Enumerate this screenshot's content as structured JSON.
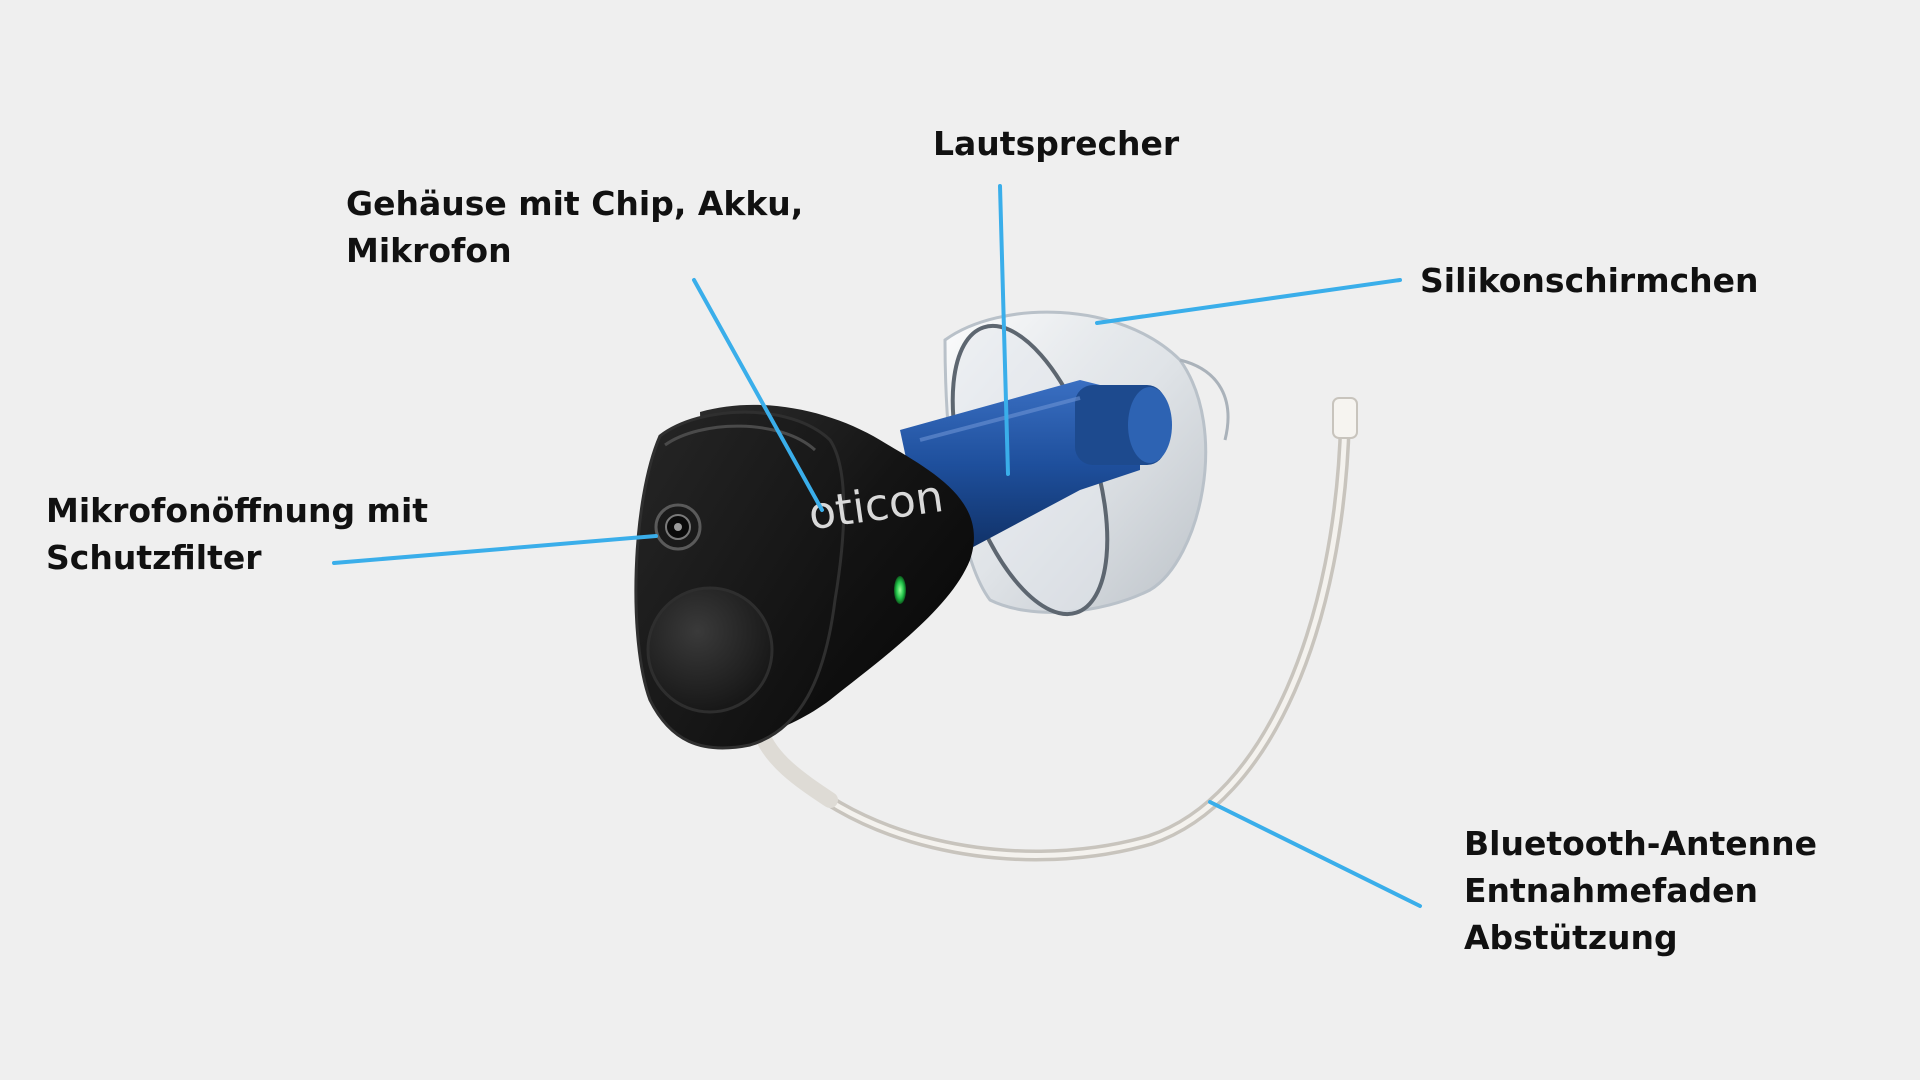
{
  "background_color": "#efefef",
  "accent_color": "#3aaeea",
  "device": {
    "brand": "oticon",
    "led_color": "#22c44a",
    "speaker_color": "#1e4f9c",
    "body_color": "#141414"
  },
  "labels": {
    "gehaeuse": [
      "Gehäuse mit Chip, Akku,",
      "Mikrofon"
    ],
    "lautsprecher": [
      "Lautsprecher"
    ],
    "silikon": [
      "Silikonschirmchen"
    ],
    "mikrofon": [
      "Mikrofonöffnung mit",
      "Schutzfilter"
    ],
    "bluetooth": [
      "Bluetooth-Antenne",
      "Entnahmefaden",
      "Abstützung"
    ]
  }
}
